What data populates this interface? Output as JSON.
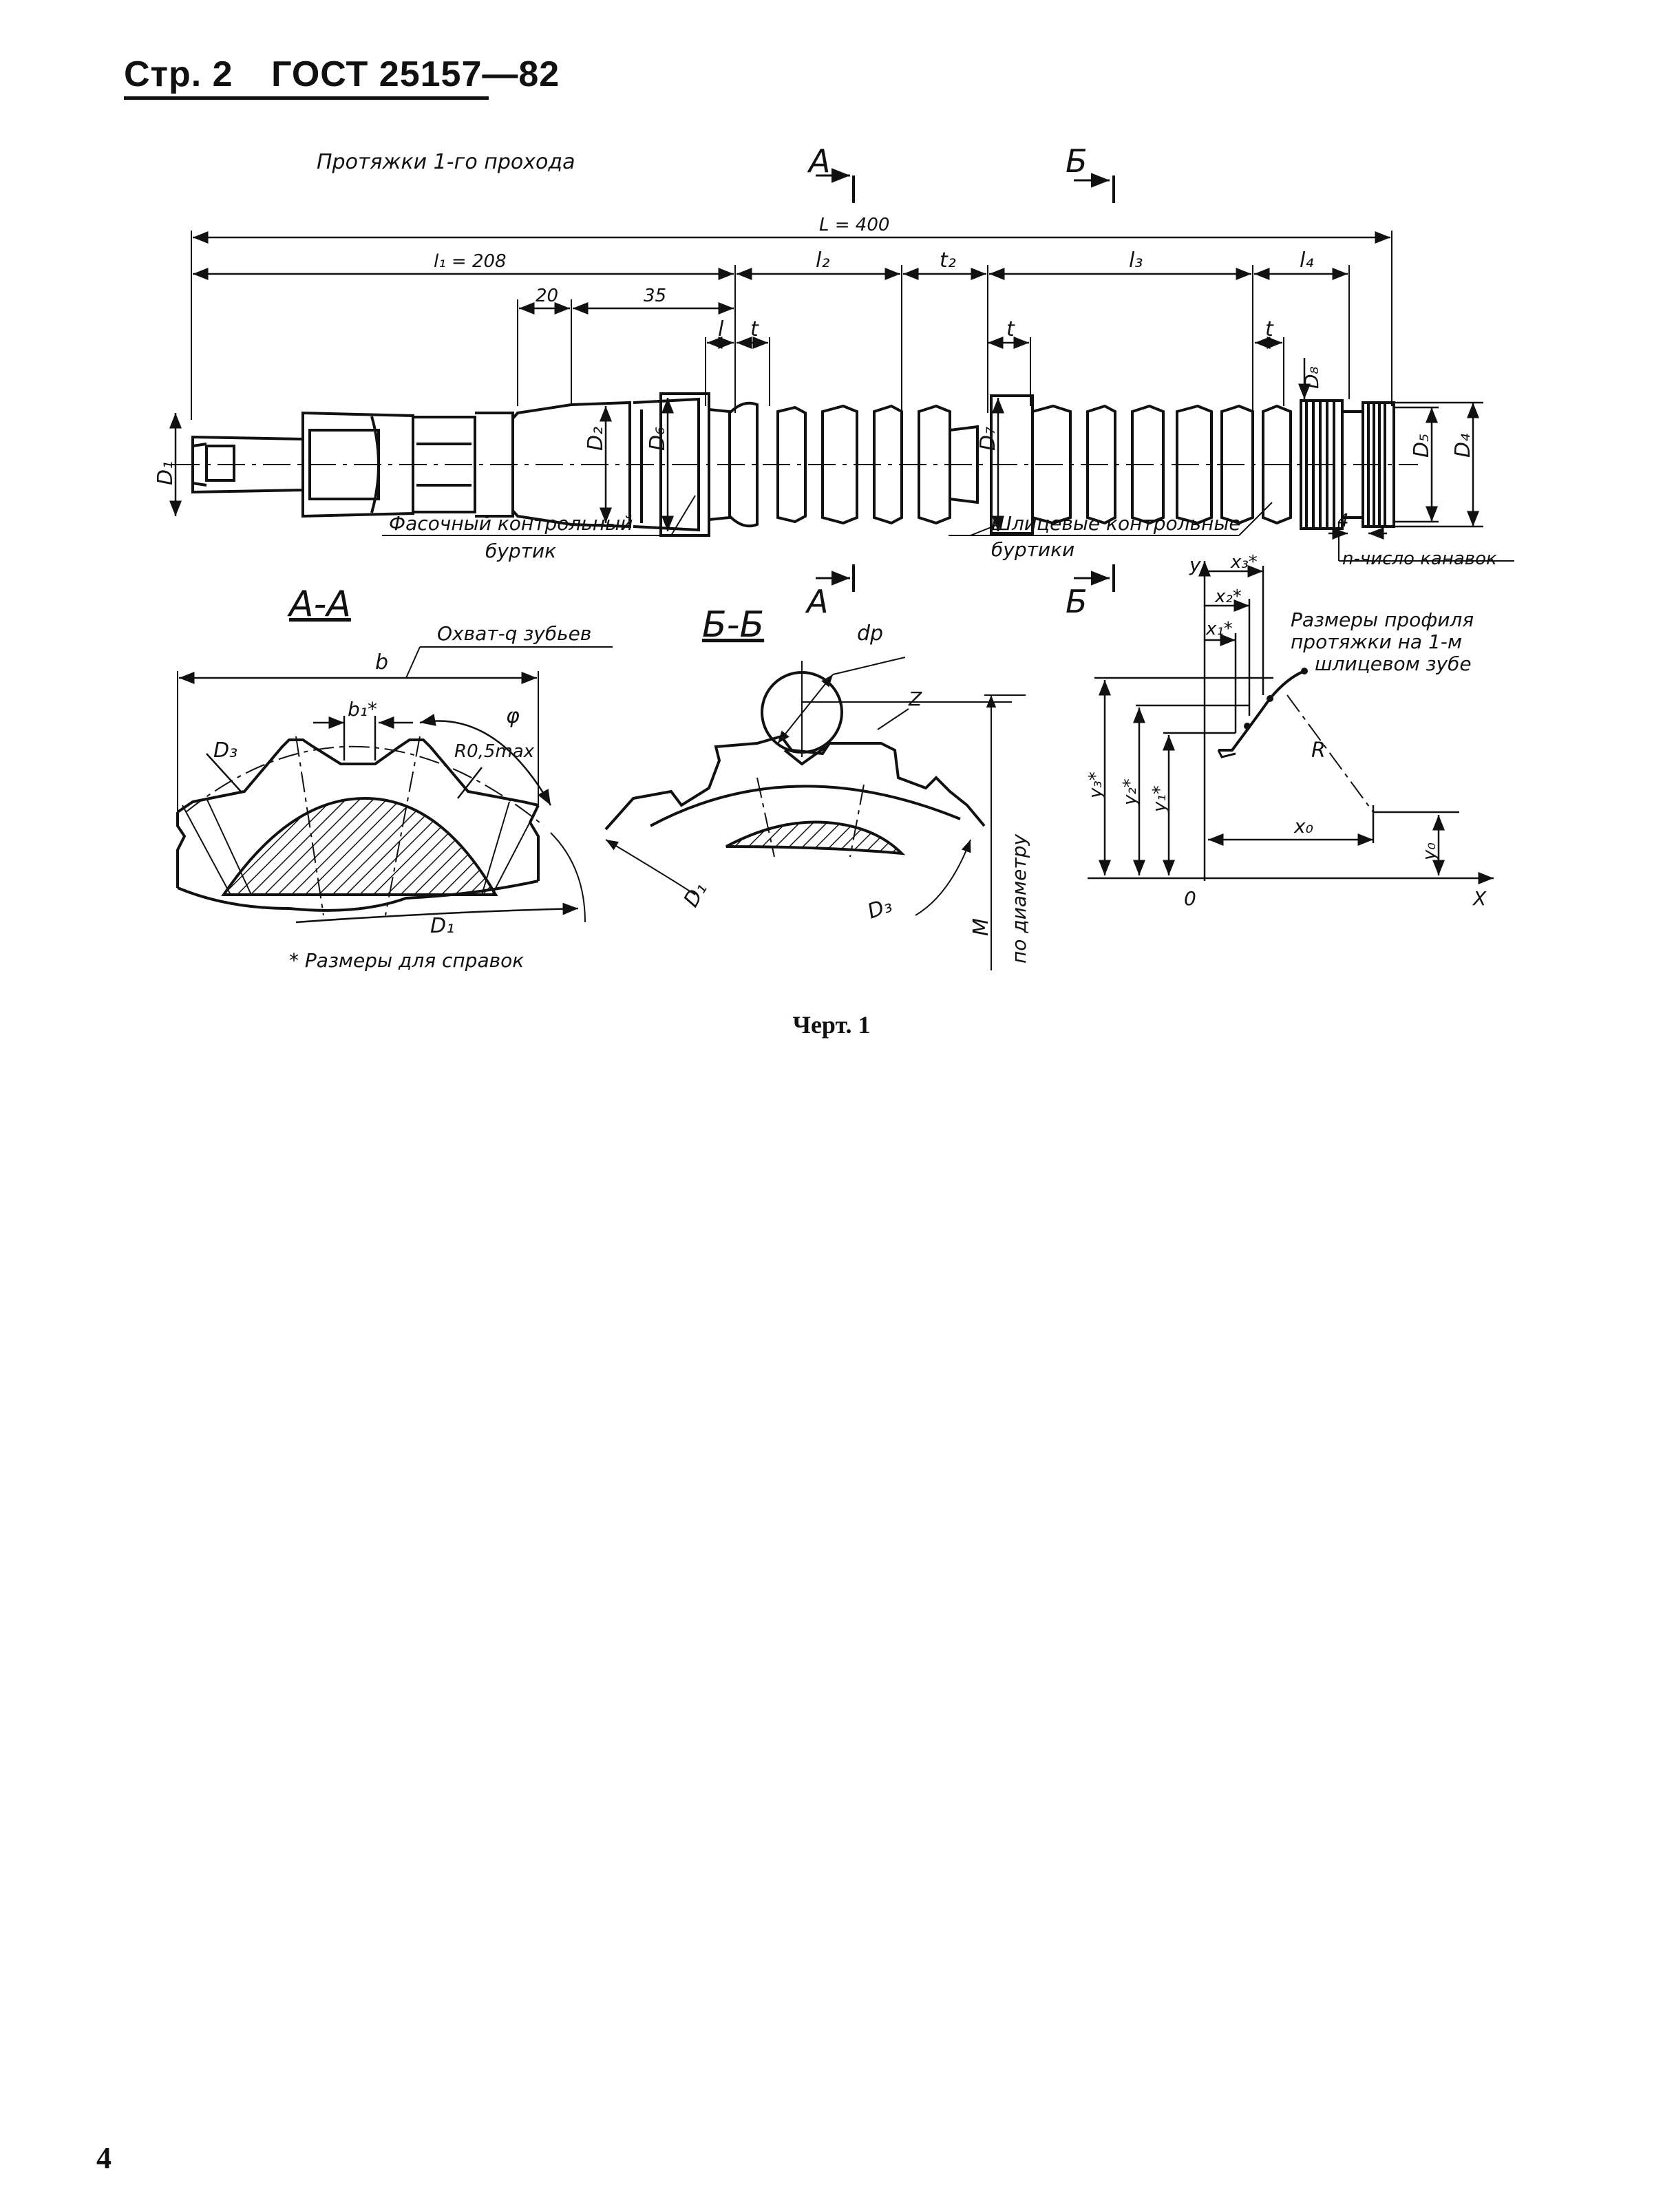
{
  "header": {
    "page": "Стр. 2",
    "standard": "ГОСТ 25157—82"
  },
  "view_title": "Протяжки 1-го прохода",
  "section_marks": {
    "a": "А",
    "b": "Б"
  },
  "dims": {
    "L": "L = 400",
    "l1": "l₁ = 208",
    "d20": "20",
    "d35": "35",
    "l2": "l₂",
    "t2": "t₂",
    "l3": "l₃",
    "l4": "l₄",
    "l": "l",
    "t": "t",
    "four": "4"
  },
  "diam": {
    "D1": "D₁",
    "D2": "D₂",
    "D6": "D₆",
    "D7": "D₇",
    "D8": "D₈",
    "D5": "D₅",
    "D4": "D₄"
  },
  "callouts": {
    "chamfer_1": "Фасочный контрольный",
    "chamfer_2": "буртик",
    "spline_1": "Шлицевые контрольные",
    "spline_2": "буртики",
    "grooves": "n-число канавок"
  },
  "section_aa": {
    "title": "А-А",
    "b": "b",
    "coverage": "Охват-q зубьев",
    "b1": "b₁*",
    "phi": "φ",
    "D3": "D₃",
    "radius": "R0,5max",
    "D1": "D₁",
    "note": "* Размеры для справок"
  },
  "section_bb": {
    "title": "Б-Б",
    "dp": "dр",
    "Z": "Z",
    "D1": "D₁",
    "D3": "D₃",
    "M": "M",
    "by_diameter": "по диаметру"
  },
  "profile": {
    "y": "y",
    "x": "X",
    "origin": "0",
    "title_1": "Размеры профиля",
    "title_2": "протяжки на 1-м",
    "title_3": "шлицевом зубе",
    "x3": "x₃*",
    "x2": "x₂*",
    "x1": "x₁*",
    "y3": "y₃*",
    "y2": "y₂*",
    "y1": "y₁*",
    "R": "R",
    "x0": "x₀",
    "y0": "y₀"
  },
  "caption": "Черт. 1",
  "page_number": "4"
}
